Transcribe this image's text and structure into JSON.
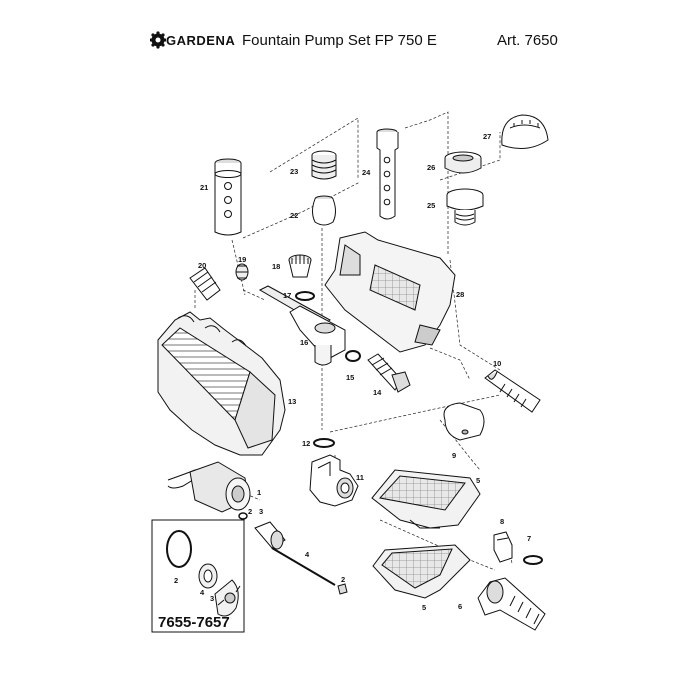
{
  "header": {
    "brand": "GARDENA",
    "title": "Fountain Pump Set FP 750 E",
    "article": "Art. 7650"
  },
  "kit_label": "7655-7657",
  "parts": [
    {
      "n": "1"
    },
    {
      "n": "2"
    },
    {
      "n": "3"
    },
    {
      "n": "4"
    },
    {
      "n": "5"
    },
    {
      "n": "6"
    },
    {
      "n": "7"
    },
    {
      "n": "8"
    },
    {
      "n": "9"
    },
    {
      "n": "10"
    },
    {
      "n": "11"
    },
    {
      "n": "12"
    },
    {
      "n": "13"
    },
    {
      "n": "14"
    },
    {
      "n": "15"
    },
    {
      "n": "16"
    },
    {
      "n": "17"
    },
    {
      "n": "18"
    },
    {
      "n": "19"
    },
    {
      "n": "20"
    },
    {
      "n": "21"
    },
    {
      "n": "22"
    },
    {
      "n": "23"
    },
    {
      "n": "24"
    },
    {
      "n": "25"
    },
    {
      "n": "26"
    },
    {
      "n": "27"
    },
    {
      "n": "28"
    }
  ],
  "kit_parts": [
    {
      "n": "2"
    },
    {
      "n": "4"
    },
    {
      "n": "3"
    }
  ]
}
